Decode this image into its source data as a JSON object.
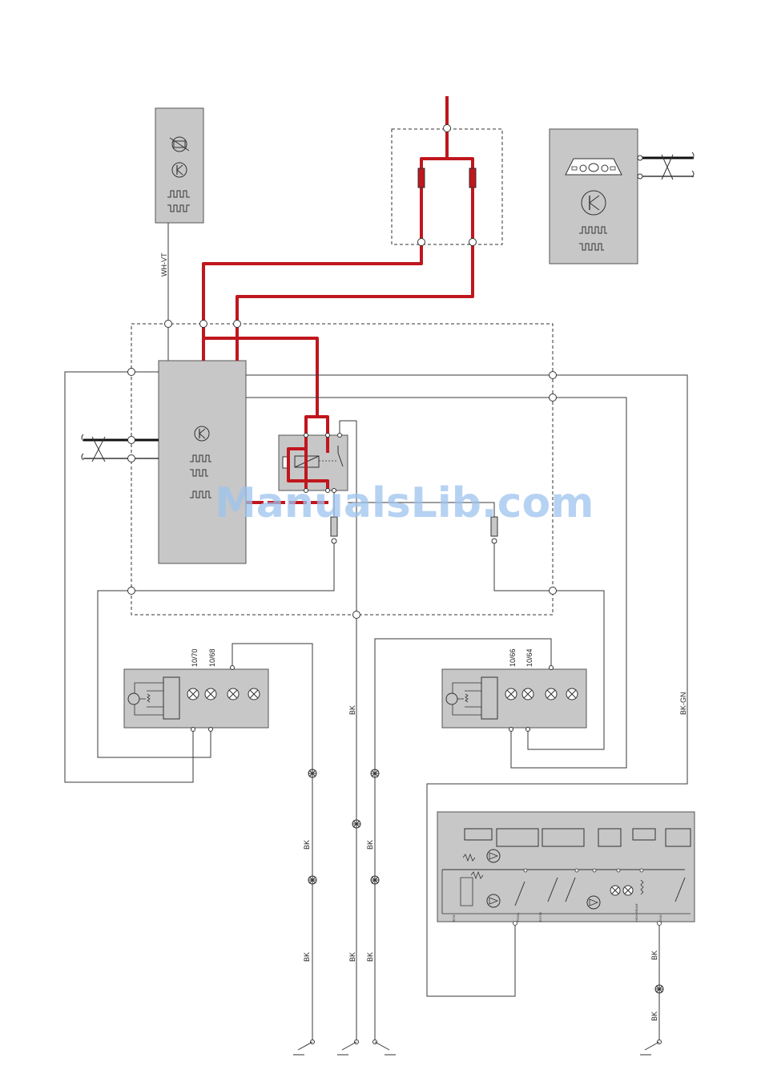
{
  "watermark": "ManualsLib.com",
  "colors": {
    "power_wire": "#c0161d",
    "signal_wire": "#3a3a3a",
    "module_fill": "#c7c7c7",
    "module_stroke": "#555555"
  },
  "wire_labels": {
    "wh_vt": "WH-VT",
    "bk_gn": "BK-GN",
    "bk": "BK"
  },
  "connector_labels": {
    "left_lamp": [
      "10/70",
      "10/68"
    ],
    "right_lamp": [
      "10/66",
      "10/64"
    ]
  },
  "icons": [
    "bulb-icon",
    "transistor-icon",
    "pulse-signal-icon",
    "relay-coil-icon",
    "instrument-cluster-icon",
    "twisted-pair-icon",
    "ground-icon",
    "lamp-icon",
    "led-icon",
    "switch-icon"
  ],
  "cluster_pin_labels": [
    "BTM",
    "",
    "POS/L",
    "",
    "EXT/R",
    "",
    "",
    "",
    "",
    "",
    "HIGH BEAM",
    "GND",
    ""
  ]
}
